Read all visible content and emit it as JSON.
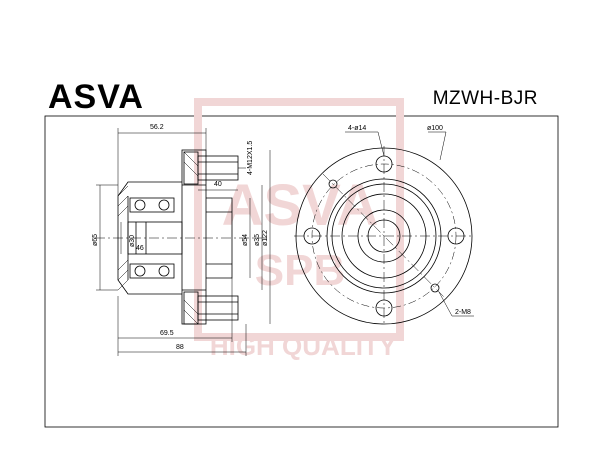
{
  "brand": "ASVA",
  "part_number": "MZWH-BJR",
  "watermark": {
    "logo_text": "ASVA",
    "sub_text": "SPB",
    "tagline": "HIGH QUALITY",
    "color": "#f1d6d6"
  },
  "dimensions": {
    "top_length": "56.2",
    "stud_thread": "4-M12X1.5",
    "stud_length": "40",
    "outer_dia": "ø65",
    "bearing_bore": "ø30",
    "inner_width": "46",
    "pilot_dia": "ø54",
    "flange_step_dia": "ø35",
    "flange_dia": "ø122",
    "bottom_length_1": "69.5",
    "bottom_length_2": "88",
    "holes": "4-ø14",
    "pcd": "ø100",
    "threads": "2-M8"
  },
  "colors": {
    "line": "#000000",
    "watermark": "#f1d6d6"
  }
}
